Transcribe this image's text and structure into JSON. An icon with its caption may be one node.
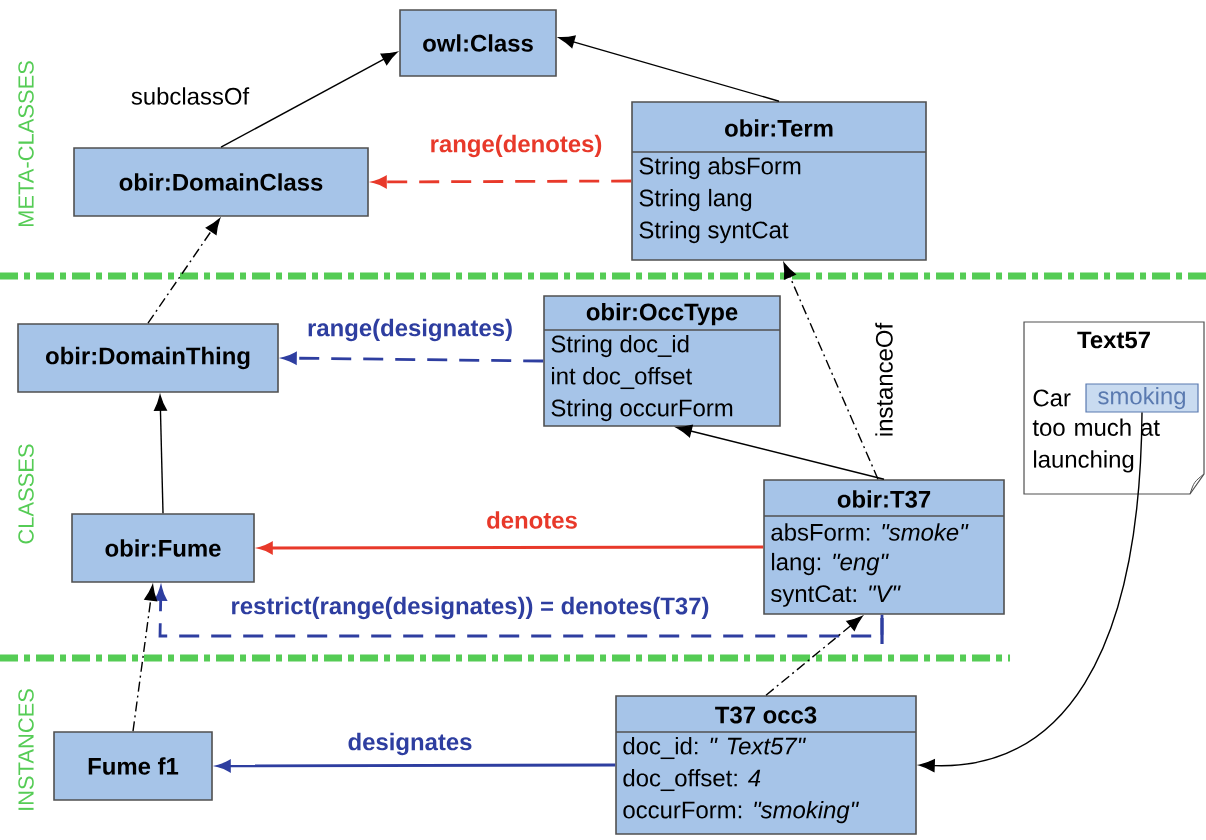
{
  "diagram": {
    "nodes": [
      {
        "text": [
          "owl:Class"
        ]
      },
      {
        "text": [
          "obir:DomainClass"
        ]
      },
      {
        "text": [
          "obir:Term",
          "String absForm",
          "String lang",
          "String syntCat"
        ]
      },
      {
        "text": [
          "obir:DomainThing"
        ]
      },
      {
        "text": [
          "obir:OccType",
          "String doc_id",
          "int doc_offset",
          "String occurForm"
        ]
      },
      {
        "text": [
          "Text57",
          "Car",
          "too much at launching"
        ]
      },
      {
        "text": [
          "smoking"
        ],
        "in": 5
      },
      {
        "text": [
          "obir:Fume"
        ]
      },
      {
        "text": [
          "obir:T37",
          "absForm: *\"smoke\"*",
          "lang: *\"eng\"*",
          "syntCat: *\"V\"*"
        ]
      },
      {
        "text": [
          "Fume f1"
        ]
      },
      {
        "text": [
          "T37 occ3",
          "doc_id: *\" Text57\"*",
          "doc_offset: *4*",
          "occurForm: *\"smoking\"*"
        ]
      }
    ],
    "edges": [
      {
        "from": 1,
        "to": 0,
        "arrow": "to",
        "label": "subclassOf"
      },
      {
        "from": 2,
        "to": 0,
        "arrow": "to"
      },
      {
        "from": 2,
        "to": 1,
        "arrow": "to",
        "label": "range(denotes)",
        "style": "dashed",
        "color": "#e8392a"
      },
      {
        "from": 3,
        "to": 1,
        "arrow": "to",
        "style": "dashed"
      },
      {
        "from": 8,
        "to": 2,
        "arrow": "to",
        "label": "instanceOf",
        "style": "dashed"
      },
      {
        "from": 4,
        "to": 3,
        "arrow": "to",
        "label": "range(designates)",
        "style": "dashed",
        "color": "#2e3ea0"
      },
      {
        "from": 7,
        "to": 3,
        "arrow": "to"
      },
      {
        "from": 8,
        "to": 4,
        "arrow": "to"
      },
      {
        "from": 8,
        "to": 7,
        "arrow": "to",
        "label": "denotes",
        "color": "#e8392a"
      },
      {
        "from": 8,
        "to": 7,
        "arrow": "to",
        "label": "restrict(range(designates)) = denotes(T37)",
        "style": "dashed",
        "color": "#2e3ea0"
      },
      {
        "from": 9,
        "to": 7,
        "arrow": "to",
        "style": "dashed"
      },
      {
        "from": 10,
        "to": 8,
        "arrow": "to",
        "style": "dashed"
      },
      {
        "from": 10,
        "to": 9,
        "arrow": "to",
        "label": "designates",
        "color": "#2e3ea0"
      },
      {
        "from": 6,
        "to": 10,
        "arrow": "to"
      }
    ],
    "labels": [
      "META-CLASSES",
      "CLASSES",
      "INSTANCES"
    ]
  }
}
